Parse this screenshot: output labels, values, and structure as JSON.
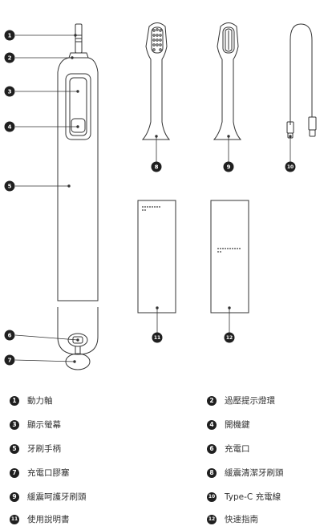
{
  "callouts": [
    "1",
    "2",
    "3",
    "4",
    "5",
    "6",
    "7",
    "8",
    "9",
    "10",
    "11",
    "12"
  ],
  "legend": [
    {
      "num": "1",
      "label": "動力軸"
    },
    {
      "num": "2",
      "label": "過壓提示燈環"
    },
    {
      "num": "3",
      "label": "顯示螢幕"
    },
    {
      "num": "4",
      "label": "開機鍵"
    },
    {
      "num": "5",
      "label": "牙刷手柄"
    },
    {
      "num": "6",
      "label": "充電口"
    },
    {
      "num": "7",
      "label": "充電口膠塞"
    },
    {
      "num": "8",
      "label": "緩震清潔牙刷頭"
    },
    {
      "num": "9",
      "label": "緩震呵護牙刷頭"
    },
    {
      "num": "10",
      "label": "Type-C 充電線"
    },
    {
      "num": "11",
      "label": "使用說明書"
    },
    {
      "num": "12",
      "label": "快速指南"
    }
  ]
}
